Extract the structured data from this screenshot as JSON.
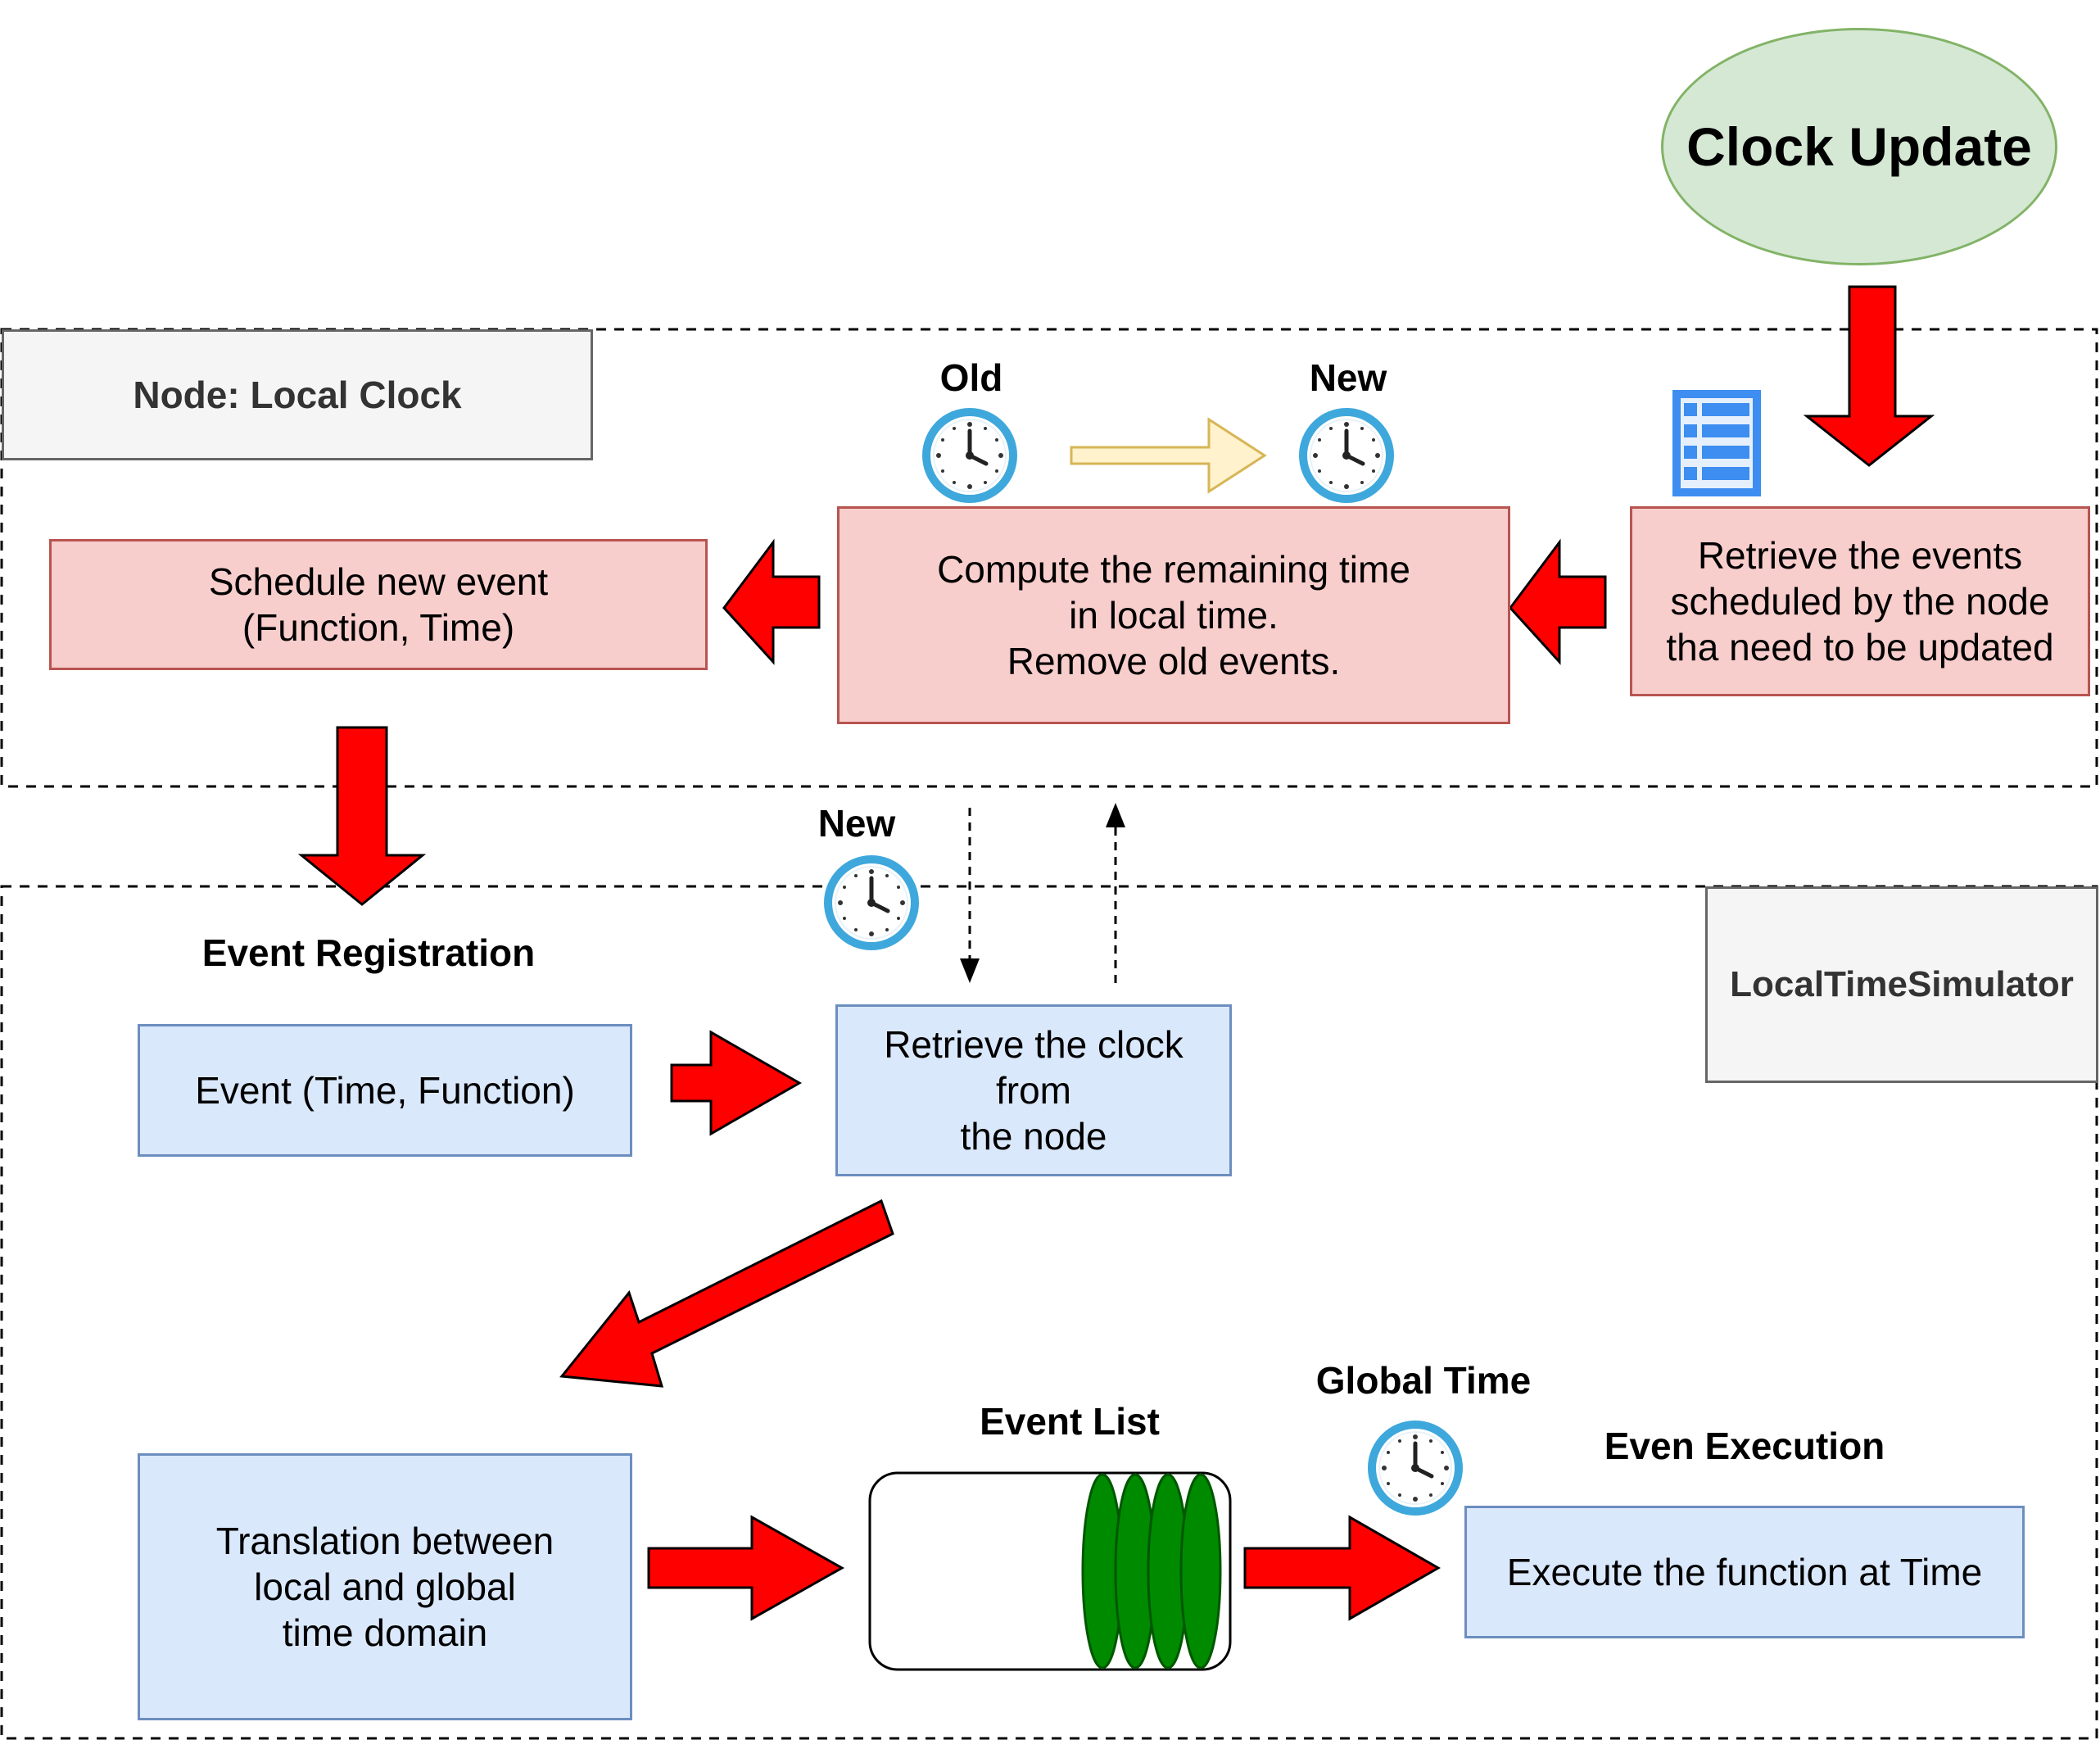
{
  "clock_update": "Clock Update",
  "node_panel": {
    "title": "Node: Local Clock",
    "old_label": "Old",
    "new_label": "New",
    "retrieve_events": "Retrieve the events\nscheduled by the node\ntha need to be updated",
    "compute_remaining": "Compute the remaining time\nin local time.\nRemove old events.",
    "schedule_event": "Schedule new event\n(Function, Time)"
  },
  "simulator_panel": {
    "title": "LocalTimeSimulator",
    "new_label": "New",
    "event_registration": "Event Registration",
    "event_box": "Event (Time, Function)",
    "retrieve_clock": "Retrieve the clock\nfrom\nthe node",
    "translation": "Translation between\nlocal and global\ntime domain",
    "event_list": "Event List",
    "global_time": "Global Time",
    "even_execution": "Even Execution",
    "execute_box": "Execute the function at Time"
  },
  "colors": {
    "arrow_red": "#ff0000",
    "red_fill": "#f8cecc",
    "blue_fill": "#dae8fc",
    "green_fill": "#d5e8d4",
    "event_green": "#008a00",
    "clock_ring": "#3ea8dc",
    "list_icon": "#3d8ef0",
    "yellow_arrow": "#fff2cc"
  },
  "icons": [
    "clock-icon",
    "list-icon",
    "red-arrow",
    "yellow-arrow"
  ]
}
